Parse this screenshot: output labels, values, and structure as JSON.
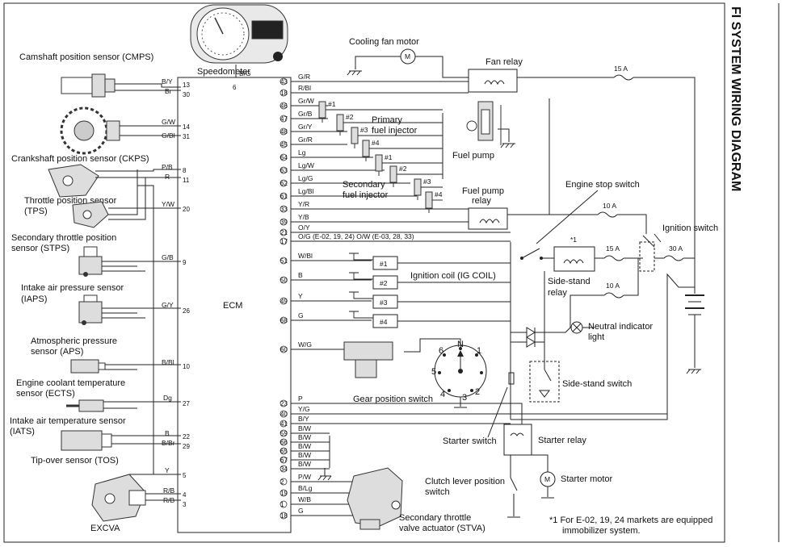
{
  "title": "FI SYSTEM WIRING DIAGRAM",
  "ecm_label": "ECM",
  "sensors": [
    {
      "label": "Camshaft position sensor (CMPS)",
      "wires": [
        "B/Y",
        "Br"
      ],
      "pins": [
        "13",
        "30"
      ]
    },
    {
      "label": "Crankshaft position sensor (CKPS)",
      "wires": [
        "G/W",
        "G/Bl"
      ],
      "pins": [
        "14",
        "31"
      ]
    },
    {
      "label": "Throttle position sensor",
      "label2": "(TPS)",
      "wires": [
        "P/B",
        "R",
        "Y/W"
      ],
      "pins": [
        "8",
        "11",
        "20"
      ]
    },
    {
      "label": "Secondary throttle position",
      "label2": "sensor (STPS)",
      "wires": [
        "G/B"
      ],
      "pins": [
        "9"
      ]
    },
    {
      "label": "Intake air pressure sensor",
      "label2": "(IAPS)",
      "wires": [
        "G/Y"
      ],
      "pins": [
        "26"
      ]
    },
    {
      "label": "Atmospheric pressure",
      "label2": "sensor (APS)",
      "wires": [
        "B/Bl"
      ],
      "pins": [
        "10"
      ]
    },
    {
      "label": "Engine coolant temperature",
      "label2": "sensor (ECTS)",
      "wires": [
        "Dg"
      ],
      "pins": [
        "27"
      ]
    },
    {
      "label": "Intake air temperature sensor",
      "label2": "(IATS)",
      "wires": [
        "B",
        "B/Br"
      ],
      "pins": [
        "22",
        "29"
      ]
    },
    {
      "label": "Tip-over sensor (TOS)",
      "wires": [
        "Y"
      ],
      "pins": [
        "5"
      ]
    },
    {
      "label": "EXCVA",
      "wires": [
        "R/B",
        "R/B"
      ],
      "pins": [
        "4",
        "3"
      ]
    }
  ],
  "speedometer": {
    "label": "Speedometer",
    "wire": "B/G",
    "pin": "6"
  },
  "ecm_right_pins": [
    {
      "pin": "43",
      "wire": "G/R"
    },
    {
      "pin": "18",
      "wire": "R/Bl"
    },
    {
      "pin": "46",
      "wire": "Gr/W"
    },
    {
      "pin": "47",
      "wire": "Gr/B"
    },
    {
      "pin": "48",
      "wire": "Gr/Y"
    },
    {
      "pin": "45",
      "wire": "Gr/R"
    },
    {
      "pin": "64",
      "wire": "Lg"
    },
    {
      "pin": "63",
      "wire": "Lg/W"
    },
    {
      "pin": "62",
      "wire": "Lg/G"
    },
    {
      "pin": "61",
      "wire": "Lg/Bl"
    },
    {
      "pin": "33",
      "wire": "Y/R"
    },
    {
      "pin": "39",
      "wire": "Y/B"
    },
    {
      "pin": "21",
      "wire": "O/Y"
    },
    {
      "pin": "17",
      "wire": "O/G (E-02, 19, 24)  O/W (E-03, 28, 33)"
    },
    {
      "pin": "51",
      "wire": "W/Bl"
    },
    {
      "pin": "50",
      "wire": "B"
    },
    {
      "pin": "49",
      "wire": "Y"
    },
    {
      "pin": "68",
      "wire": "G"
    },
    {
      "pin": "60",
      "wire": "W/G"
    },
    {
      "pin": "23",
      "wire": "P"
    },
    {
      "pin": "40",
      "wire": "Y/G"
    },
    {
      "pin": "41",
      "wire": "B/Y"
    },
    {
      "pin": "59",
      "wire": "B/W"
    },
    {
      "pin": "66",
      "wire": "B/W"
    },
    {
      "pin": "65",
      "wire": "B/W"
    },
    {
      "pin": "67",
      "wire": "B/W"
    },
    {
      "pin": "34",
      "wire": "B/W"
    },
    {
      "pin": "2",
      "wire": "P/W"
    },
    {
      "pin": "19",
      "wire": "B/Lg"
    },
    {
      "pin": "1",
      "wire": "W/B"
    },
    {
      "pin": "18",
      "wire": "G"
    }
  ],
  "injectors": {
    "primary": [
      "#1",
      "#2",
      "#3",
      "#4"
    ],
    "secondary": [
      "#1",
      "#2",
      "#3",
      "#4"
    ],
    "primary_label": "Primary",
    "primary_label2": "fuel injector",
    "secondary_label": "Secondary",
    "secondary_label2": "fuel injector"
  },
  "ignition_coils": {
    "label": "Ignition coil (IG COIL)",
    "items": [
      "#1",
      "#2",
      "#3",
      "#4"
    ]
  },
  "components": {
    "cooling_fan_motor": "Cooling fan motor",
    "motor_symbol": "M",
    "fan_relay": "Fan relay",
    "fuel_pump": "Fuel pump",
    "fuel_pump_relay": "Fuel pump",
    "fuel_pump_relay2": "relay",
    "engine_stop_switch": "Engine stop switch",
    "ignition_switch": "Ignition switch",
    "side_stand_relay": "Side-stand",
    "side_stand_relay2": "relay",
    "neutral_indicator": "Neutral indicator",
    "neutral_indicator2": "light",
    "side_stand_switch": "Side-stand switch",
    "gear_position_switch": "Gear position switch",
    "starter_switch": "Starter switch",
    "starter_relay": "Starter relay",
    "starter_motor": "Starter motor",
    "clutch_switch": "Clutch lever position",
    "clutch_switch2": "switch",
    "stva": "Secondary throttle",
    "stva2": "valve actuator (STVA)"
  },
  "fuses": [
    "15 A",
    "10 A",
    "15 A",
    "30 A",
    "10 A"
  ],
  "gear_positions": [
    "N",
    "1",
    "2",
    "3",
    "4",
    "5",
    "6"
  ],
  "marker": "*1",
  "footnote": "*1 For E-02, 19, 24 markets are equipped",
  "footnote2": "immobilizer system."
}
